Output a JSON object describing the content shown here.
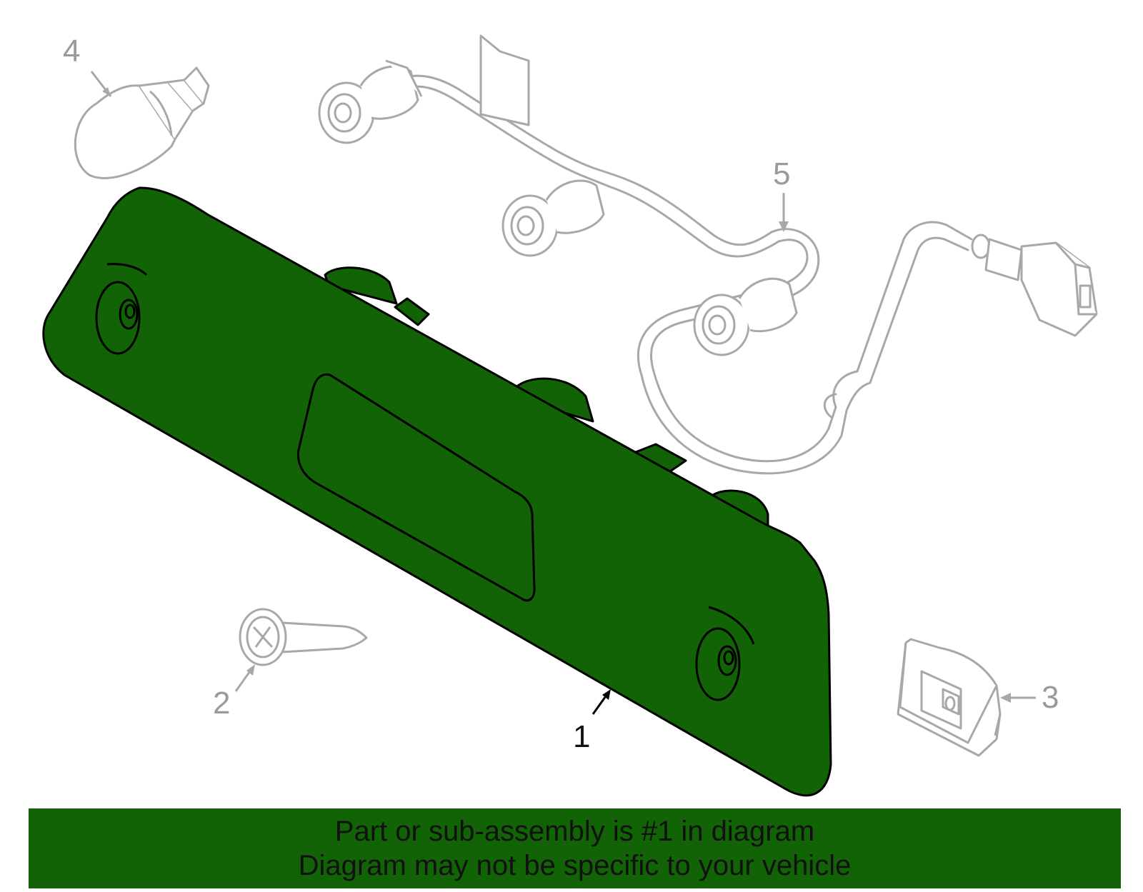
{
  "callouts": {
    "part1": "1",
    "part2": "2",
    "part3": "3",
    "part4": "4",
    "part5": "5"
  },
  "banner": {
    "line1": "Part or sub-assembly is #1 in diagram",
    "line2": "Diagram may not be specific to your vehicle"
  },
  "colors": {
    "highlight": "#126306",
    "outline_gray": "#a8a8a8",
    "outline_black": "#000000",
    "background": "#ffffff"
  }
}
